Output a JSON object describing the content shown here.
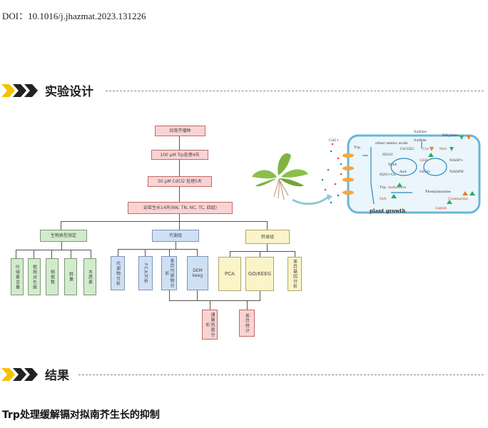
{
  "doi": "DOI：10.1016/j.jhazmat.2023.131226",
  "sections": {
    "design": "实验设计",
    "results": "结果"
  },
  "flow": {
    "step1": "拟南芥播种",
    "step2": "100 μM Trp处理4天",
    "step3": "50 μM CdCl2 处理5天",
    "step4": "幼苗生长14天(NN, TN, NC, TC, 四组)",
    "branch_green": "生物表型测定",
    "branch_blue": "代谢组",
    "branch_yellow": "转录组",
    "green_items": [
      "叶绿素含量",
      "根相对长度",
      "侧根数",
      "鲜重",
      "木质素"
    ],
    "blue_items": [
      "代谢物分析",
      "PCA分析",
      "差异代谢物分析",
      "DEM keeg"
    ],
    "yellow_items": [
      "PCA",
      "GO/KEEG",
      "差异基因分析"
    ],
    "bottom_items": [
      "通路热图分析",
      "差异统计"
    ]
  },
  "mechanism": {
    "labels": {
      "sulfate": "Sulfate",
      "sulfide": "Sulfide",
      "ethylene": "Ethylene",
      "cd": "Cd2+",
      "trp": "Trp",
      "other_aa": "other amino acids",
      "cdgs2": "Cd-GS2",
      "h2o2": "H2O2",
      "cys": "Cys",
      "met": "Met",
      "dha": "DHA",
      "gsh": "GSH",
      "nadp": "NADP+",
      "asa": "AsA",
      "gssg": "GSSG",
      "nadph": "NADPH",
      "h2o_o2": "H2O+O2",
      "melatonin": "melatonin",
      "iaa": "IAA",
      "phenylalanine": "Phenylalanine",
      "coumarine": "Coumarine",
      "lignin": "Lignin",
      "plant_growth": "plant growth"
    }
  },
  "subheading": "Trp处理缓解镉对拟南芥生长的抑制"
}
